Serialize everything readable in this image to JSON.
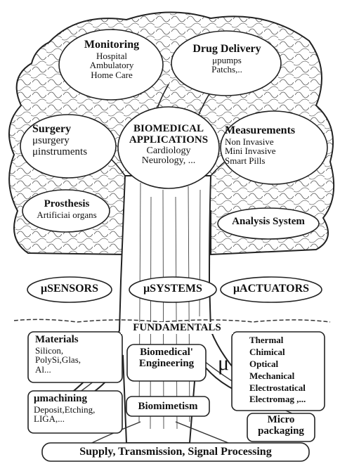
{
  "canopy": {
    "monitoring": {
      "title": "Monitoring",
      "items": [
        "Hospital",
        "Ambulatory",
        "Home Care"
      ]
    },
    "drug_delivery": {
      "title": "Drug Delivery",
      "items": [
        "μpumps",
        "Patchs,.."
      ]
    },
    "surgery": {
      "title": "Surgery",
      "items": [
        "μsurgery",
        "μinstruments"
      ]
    },
    "center": {
      "title_line1": "BIOMEDICAL",
      "title_line2": "APPLICATIONS",
      "items": [
        "Cardiology",
        "Neurology, ..."
      ]
    },
    "measurements": {
      "title": "Measurements",
      "items": [
        "Non Invasive",
        "Mini Invasive",
        "Smart Pills"
      ]
    },
    "prosthesis": {
      "title": "Prosthesis",
      "items": [
        "Artificiai organs"
      ]
    },
    "analysis": {
      "title": "Analysis System"
    }
  },
  "trunk": {
    "sensors": "μSENSORS",
    "systems": "μSYSTEMS",
    "actuators": "μACTUATORS",
    "fundamentals": "FUNDAMENTALS"
  },
  "roots": {
    "materials": {
      "title": "Materials",
      "items": [
        "Silicon,",
        "PolySi,Glas,",
        "Al..."
      ]
    },
    "biomedical_engineering": {
      "line1": "Biomedical'",
      "line2": "Engineering"
    },
    "mu_symbol": "μ",
    "physics": [
      "Thermal",
      "Chimical",
      "Optical",
      "Mechanical",
      "Electrostatical",
      "Electromag ,..."
    ],
    "machining": {
      "title": "μmachining",
      "items": [
        "Deposit,Etching,",
        "LIGA,..."
      ]
    },
    "biomimetism": "Biomimetism",
    "packaging": {
      "line1": "Micro",
      "line2": "packaging"
    },
    "base": "Supply, Transmission, Signal Processing"
  }
}
